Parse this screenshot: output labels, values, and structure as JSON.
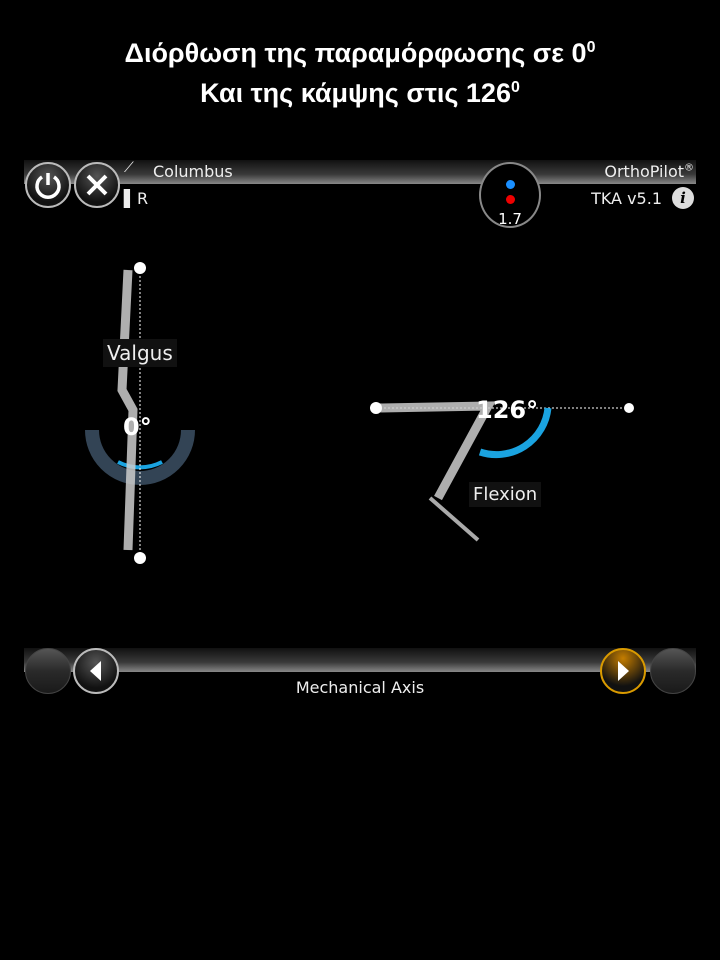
{
  "heading": {
    "line1": "Διόρθωση της παραμόρφωσης σε 0",
    "line1_sup": "0",
    "line2": "Και της κάμψης στις 126",
    "line2_sup": "0"
  },
  "header": {
    "patient": "Columbus",
    "side": "R",
    "brand": "OrthoPilot",
    "brand_mark": "®",
    "version": "TKA v5.1",
    "tracker_value": "1.7"
  },
  "views": {
    "frontal_label": "Valgus",
    "frontal_angle": "0°",
    "sagittal_label": "Flexion",
    "sagittal_angle": "126°",
    "flexion_deg": 126
  },
  "footer": {
    "step_label": "Mechanical Axis"
  },
  "colors": {
    "accent": "#1aa3e0",
    "next": "#d99a00"
  }
}
